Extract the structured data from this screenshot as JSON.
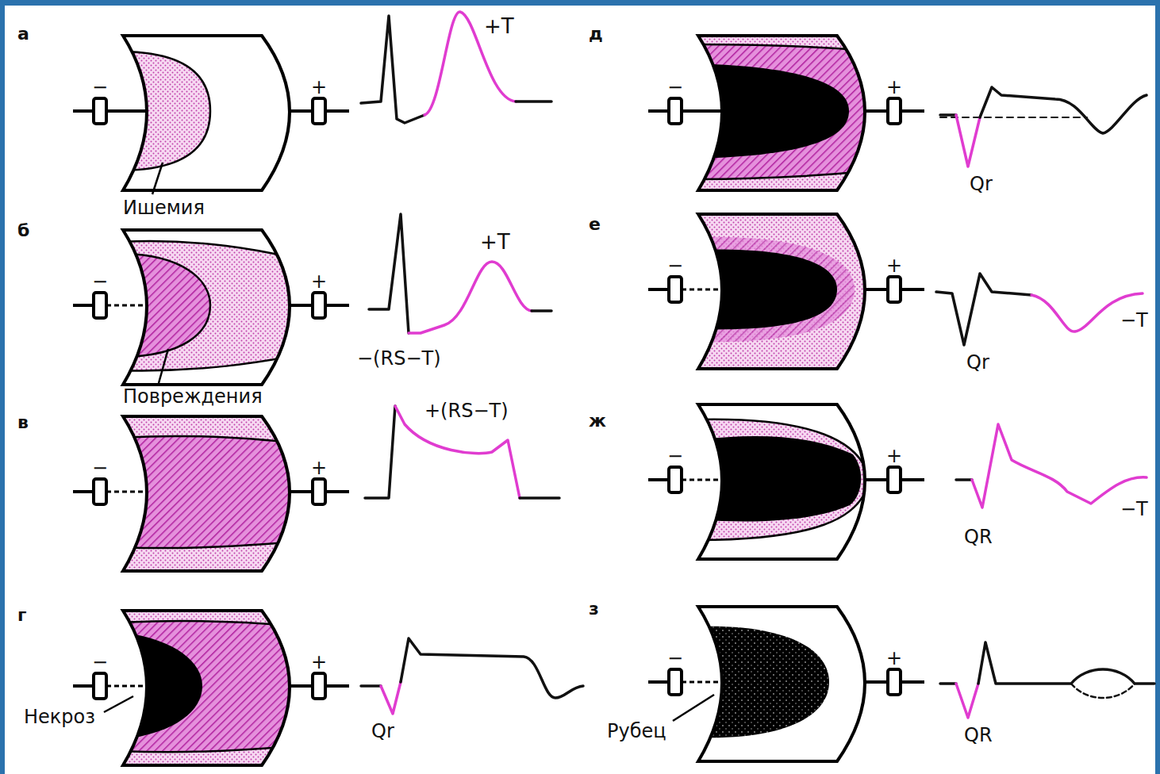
{
  "diagram": {
    "labels": [
      "а",
      "−",
      "+",
      "+T",
      "Ишемия",
      "д",
      "−",
      "+",
      "Qr",
      "б",
      "−",
      "+",
      "+T",
      "−(RS−T)",
      "Повреждения",
      "е",
      "−",
      "+",
      "Qr",
      "−T",
      "в",
      "−",
      "+",
      "+(RS−T)",
      "ж",
      "−",
      "+",
      "QR",
      "−T",
      "г",
      "−",
      "+",
      "Qr",
      "Некроз",
      "з",
      "−",
      "+",
      "QR",
      "Рубец"
    ]
  }
}
